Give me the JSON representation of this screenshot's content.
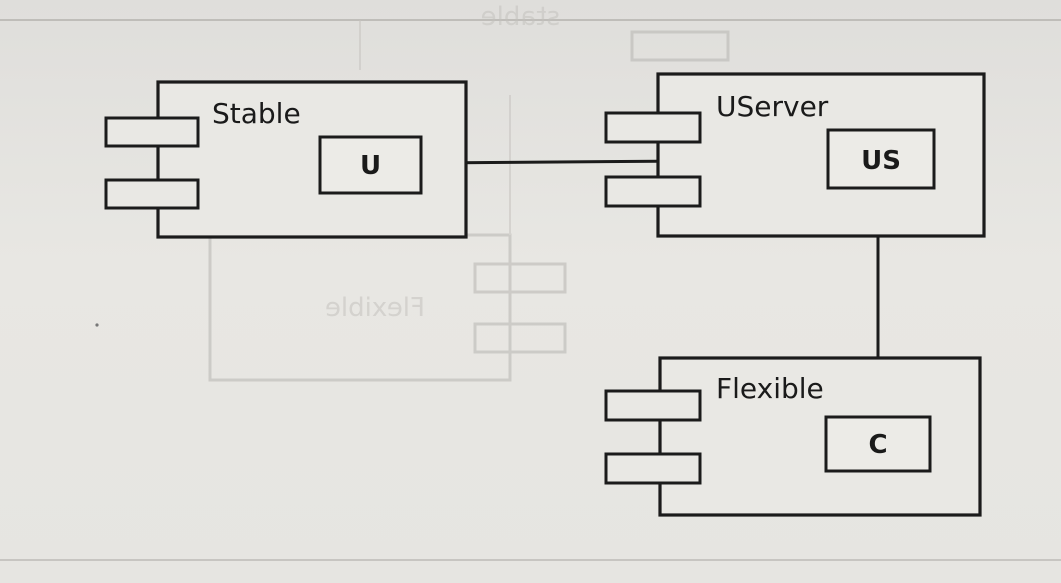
{
  "components": {
    "stable": {
      "title": "Stable",
      "port": "U"
    },
    "userver": {
      "title": "UServer",
      "port": "US"
    },
    "flexible": {
      "title": "Flexible",
      "port": "C"
    }
  },
  "ghost": {
    "title": "Flexible",
    "note": "stable"
  }
}
